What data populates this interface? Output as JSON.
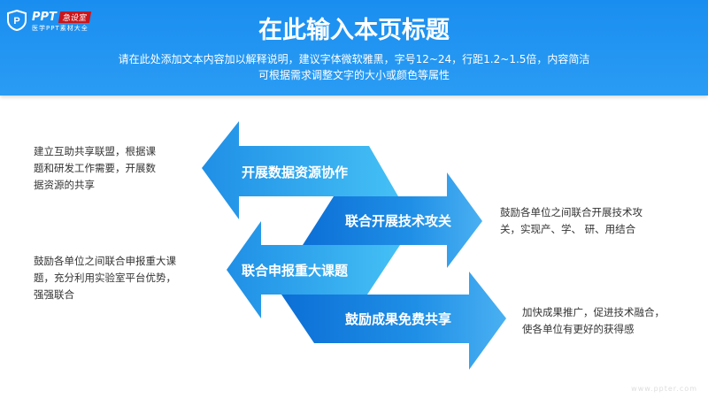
{
  "logo": {
    "brand": "PPT",
    "badge": "急设室",
    "tagline": "医学PPT素材大全"
  },
  "header": {
    "title": "在此输入本页标题",
    "subtitle_lines": [
      "请在此处添加文本内容加以解释说明，建议字体微软雅黑，字号12~24，行距1.2~1.5倍，内容简洁",
      "可根据需求调整文字的大小或颜色等属性"
    ]
  },
  "arrows": [
    {
      "label": "开展数据资源协作",
      "direction": "left"
    },
    {
      "label": "联合开展技术攻关",
      "direction": "right"
    },
    {
      "label": "联合申报重大课题",
      "direction": "left"
    },
    {
      "label": "鼓励成果免费共享",
      "direction": "right"
    }
  ],
  "descriptions": [
    {
      "lines": [
        "建立互助共享联盟，根据课",
        "题和研发工作需要，开展数",
        "据资源的共享"
      ]
    },
    {
      "lines": [
        "鼓励各单位之间联合开展技术攻",
        "关，实现产、学、 研、用结合"
      ]
    },
    {
      "lines": [
        "鼓励各单位之间联合申报重大课",
        "题，充分利用实验室平台优势，",
        "强强联合"
      ]
    },
    {
      "lines": [
        "加快成果推广，促进技术融合，",
        "使各单位有更好的获得感"
      ]
    }
  ],
  "watermark": "www.ppter.com"
}
